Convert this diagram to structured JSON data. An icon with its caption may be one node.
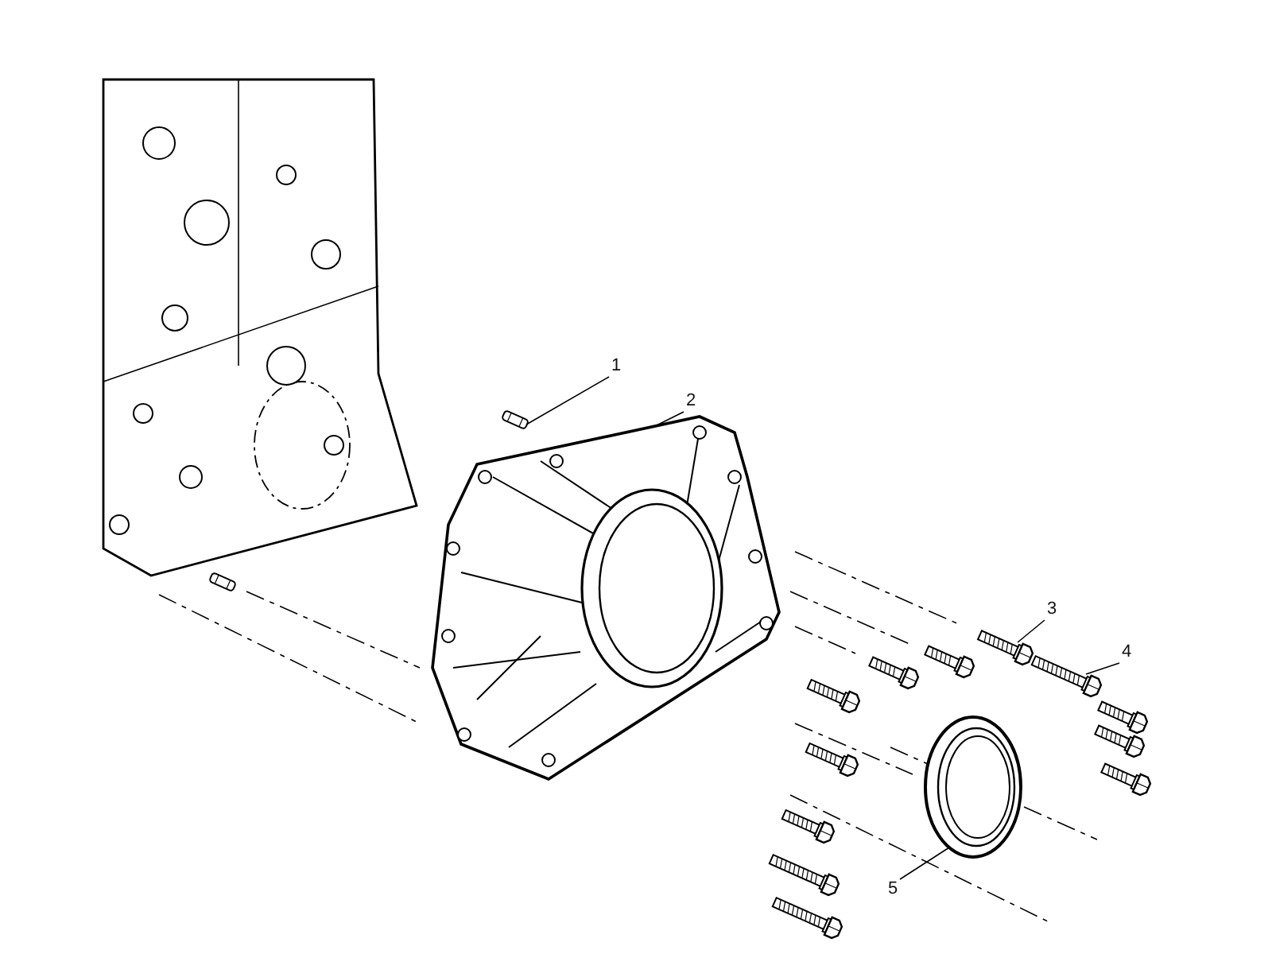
{
  "diagram": {
    "nodes": [
      {
        "text": [
          "1"
        ]
      },
      {
        "text": [],
        "shape": "picture"
      },
      {
        "text": [
          "2"
        ]
      },
      {
        "text": [],
        "shape": "picture"
      },
      {
        "text": [
          "3"
        ]
      },
      {
        "text": [],
        "shape": "picture"
      },
      {
        "text": [
          "4"
        ]
      },
      {
        "text": [],
        "shape": "picture"
      },
      {
        "text": [
          "5"
        ]
      },
      {
        "text": [],
        "shape": "picture"
      }
    ],
    "edges": [
      {
        "from": 0,
        "to": 1,
        "arrow": "none"
      },
      {
        "from": 2,
        "to": 3,
        "arrow": "none"
      },
      {
        "from": 4,
        "to": 5,
        "arrow": "none"
      },
      {
        "from": 6,
        "to": 7,
        "arrow": "none"
      },
      {
        "from": 8,
        "to": 9,
        "arrow": "none"
      }
    ]
  }
}
